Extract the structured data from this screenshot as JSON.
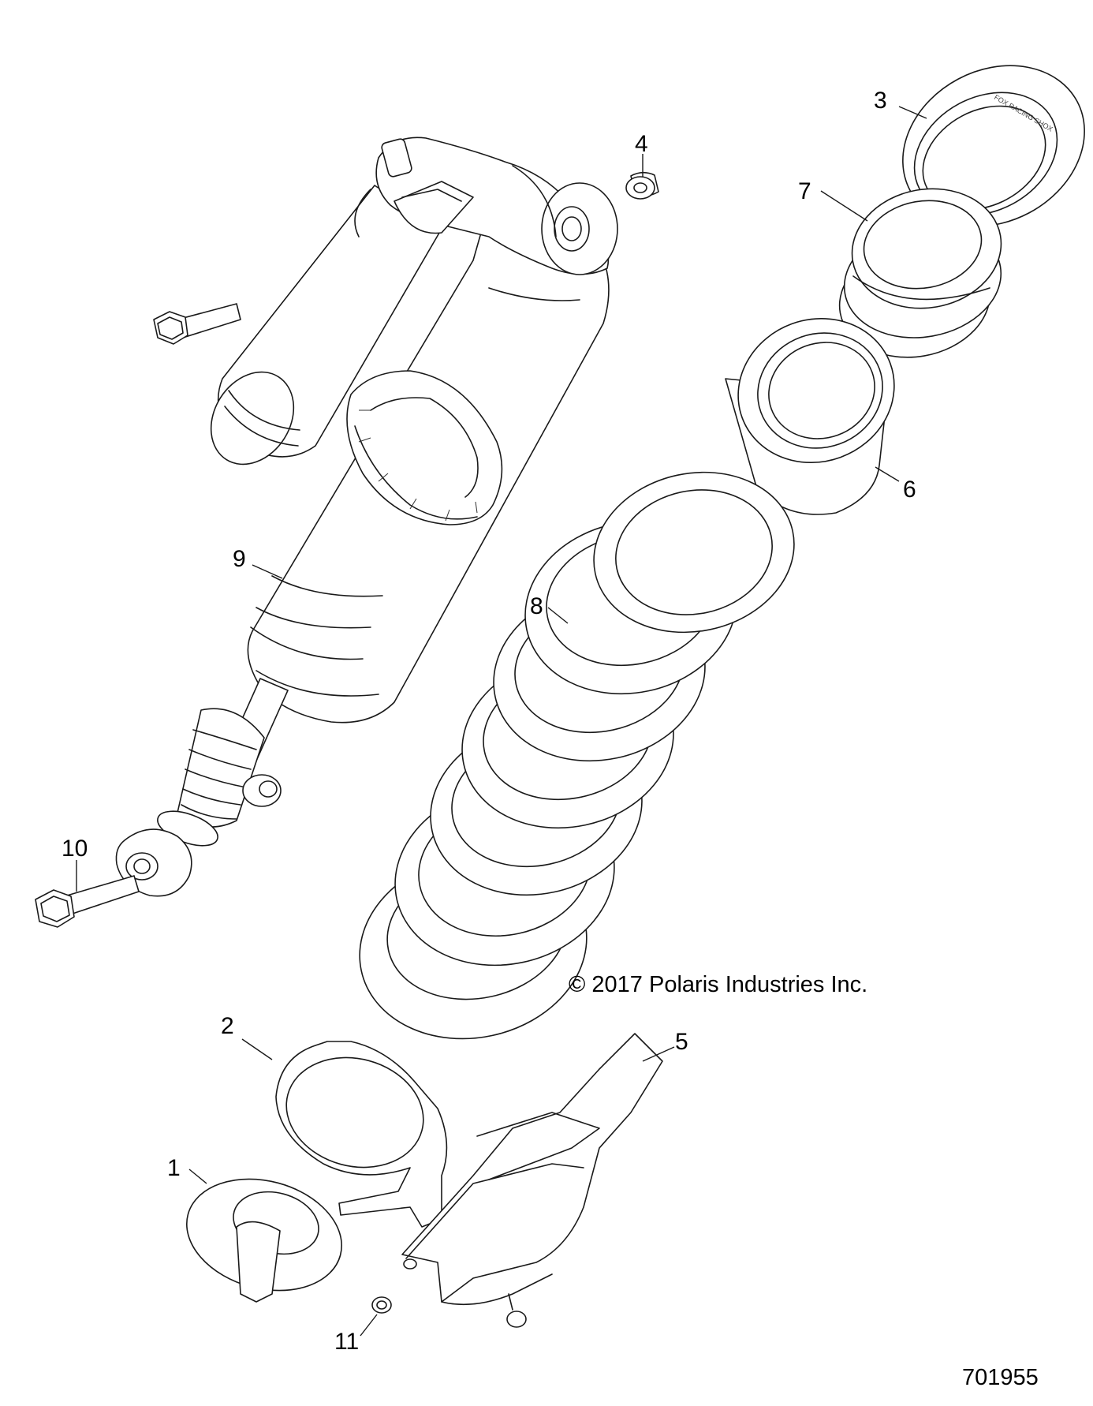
{
  "copyright": "© 2017 Polaris Industries Inc.",
  "figure_number": "701955",
  "part_callouts": [
    "1",
    "2",
    "3",
    "4",
    "5",
    "6",
    "7",
    "8",
    "9",
    "10",
    "11"
  ],
  "seat_imprint": "FOX RACING SHOX"
}
